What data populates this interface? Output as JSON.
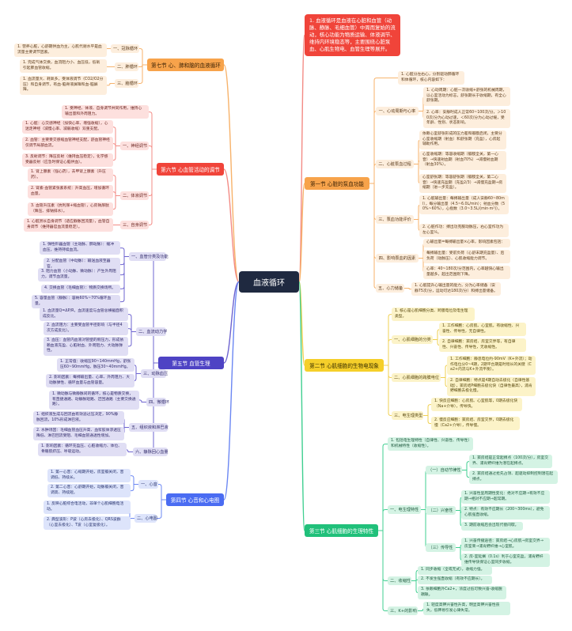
{
  "center": {
    "title": "血液循环"
  },
  "intro": {
    "text": "1. 血液循环是血液在心脏和血管（动脉、静脉、毛细血管）中周而复始的流动，核心功能为物质运输、体液调节、维持内环境稳态等，主要围绕心脏泵血、心肌生物电、血管生理等展开。"
  },
  "s1": {
    "title": "第一节 心脏的泵血功能",
    "top": "1. 心脏分左右心，分别驱动肺循环和体循环，核心内容如下：",
    "groups": [
      {
        "label": "一、心动周期与心率",
        "items": [
          "1. 心动周期：心脏一次收缩+舒张的机械周期，以心室活动为标志，舒张期长于收缩期，有全心舒张期。",
          "2. 心率：安静时成人正常60~100次/分，＞100次/分为心动过速，＜60次/分为心动过缓，受年龄、性别、状态影响。"
        ]
      },
      {
        "label": "二、心脏泵血过程",
        "items": [
          "依赖心室舒张形成的压力差和瓣膜启闭，主要分心室收缩期（射血）和舒张期（充盈），心房起辅助作用。",
          "心室收缩期：等容收缩期（瓣膜全关，第一心音）→快速射血期（射血70%）→减慢射血期（射血30%）。",
          "心室舒张期：等容舒张期（瓣膜全关，第二心音）→快速充盈期（充盈2/3）→减慢充盈期→房缩期（进一步充盈）。"
        ]
      },
      {
        "label": "三、泵血功能评价",
        "items": [
          "1. 心脏输出量：每搏输出量（成人安静60~80ml），每分输出量（4.5~6.0L/min）；射血分数（50%~60%），心指数（3.0~3.5L/(min·m²)）。",
          "2. 心脏作功：搏出功克服动脉压，右心室作功为左心室⅙。"
        ]
      },
      {
        "label": "四、影响泵血的因素",
        "items": [
          "心输出量=每搏输出量×心率，影响因素包括：",
          "每搏输出量：受前负荷（心舒末期充盈量）、后负荷（动脉压）、心肌收缩能力调节。",
          "心率：40~180次/分范围内，心率越快心输出量越多，超出范围则下降。"
        ]
      },
      {
        "label": "五、心力储备",
        "items": [
          "1. 心脏提升心输出量的能力，分为心率储备（安静75次/分，运动可达180次/分）和搏出量储备。"
        ]
      }
    ]
  },
  "s2": {
    "title": "第二节 心肌细胞的生物电现象",
    "top": "1. 核心是心肌细胞分类、跨膜电位及电生理类型。",
    "groups": [
      {
        "label": "一、心肌细胞的分类",
        "items": [
          "1. 工作细胞：心房肌、心室肌，有收缩性、兴奋性、传导性，无自律性。",
          "2. 自律细胞：窦房结、房室交界等，有自律性、兴奋性、传导性，无收缩性。"
        ]
      },
      {
        "label": "二、心肌细胞的跨膜电位",
        "items": [
          "1. 工作细胞：静息电位约-90mV（K+外流）；动作电位分0~4期，2期平台期是时程长的关键（Ca2+内流与K+外流平衡）。",
          "2. 自律细胞：特点是4期自动去极化（自律性基础），窦房结P细胞去极化快（自律性最高），浦肯野细胞去极化慢。"
        ]
      },
      {
        "label": "三、电生理类型",
        "items": [
          "1. 快反应细胞：心房肌、心室肌等，0期去极化快（Na+介导），传导快。",
          "2. 慢反应细胞：窦房结、房室交界，0期去极化慢（Ca2+介导），传导慢。"
        ]
      }
    ]
  },
  "s3": {
    "title": "第三节 心肌细胞的生理特性",
    "top": "1. 包括电生理特性（自律性、兴奋性、传导性）和机械特性（收缩性）。",
    "groups": [
      {
        "label": "一、电生理特性",
        "subs": [
          {
            "label": "（一）自动节律性",
            "items": [
              "1. 窦房结是正常起搏点（100次/分），房室交界、浦肯野纤维为潜在起搏点。",
              "2. 窦房结通过抢先占领、超驱动抑制控制潜在起搏点。"
            ]
          },
          {
            "label": "（二）兴奋性",
            "items": [
              "1. 兴奋性呈周期性变化：绝对不应期→有效不应期→相对不应期→超常期。",
              "2. 特点：有效不应期长（200~300ms），避免心肌强直收缩。",
              "3. 期前收缩后会出现代偿间歇。"
            ]
          },
          {
            "label": "（三）传导性",
            "items": [
              "1. 兴奋传播途径：窦房结→心房肌→房室交界→房室束→浦肯野纤维→心室肌。",
              "2. 房-室延搁（0.1s）利于心室充盈，浦肯野纤维传导快保证心室同步收缩。"
            ]
          }
        ]
      },
      {
        "label": "二、收缩性",
        "items": [
          "1. 同步收缩（全或无式），收缩力强。",
          "2. 不发生强直收缩（有效不应期长）。",
          "3. 依赖细胞外Ca2+，浓度过低可致兴奋-收缩脱耦联。"
        ]
      },
      {
        "label": "三、K+的影响",
        "items": [
          "1. 轻度高钾兴奋性升高，明显高钾兴奋性丧失，低钾易引发心律失常。"
        ]
      }
    ]
  },
  "s4": {
    "title": "第四节 心音和心电图",
    "groups": [
      {
        "label": "一、心音",
        "items": [
          "1. 第一心音：心缩期开始，房室瓣关闭，音调低、持续长。",
          "2. 第二心音：心舒期开始，动脉瓣关闭，音调高、持续短。"
        ]
      },
      {
        "label": "二、心电图",
        "items": [
          "1. 反映心脏综合电活动，非单个心肌细胞电活动。",
          "2. 典型波形：P波（心房去极化）、QRS波群（心室去极化）、T波（心室复极化）。"
        ]
      }
    ]
  },
  "s5": {
    "title": "第五节 血管生理",
    "groups": [
      {
        "label": "一、血管分类及功能",
        "items": [
          "1. 弹性贮器血管（主动脉、肺动脉）：缓冲血压，维持持续血流。",
          "2. 分配血管（中动脉）：输送血液至器官。",
          "3. 阻力血管（小动脉、微动脉）：产生外周阻力，调节血流量。",
          "4. 交换血管（毛细血管）：物质交换场所。",
          "5. 容量血管（静脉）：容纳60%~70%循环血量。"
        ]
      },
      {
        "label": "二、血流动力学",
        "items": [
          "1. 血流量Q=ΔP/R，血流速度与血管总横截面积成反比。",
          "2. 血流阻力：主要受血管半径影响（与半径4次方成反比）。",
          "3. 血压：血管内血液对管壁的侧压力，形成依赖血液充盈、心脏射血、外周阻力、大动脉弹性。"
        ]
      },
      {
        "label": "三、动脉血压",
        "items": [
          "1. 正常值：收缩压90~140mmHg，舒张压60~90mmHg，脉压30~40mmHg。",
          "2. 影响因素：每搏输出量、心率、外周阻力、大动脉弹性、循环血量与血管容量。"
        ]
      },
      {
        "label": "四、微循环",
        "items": [
          "1. 微动脉与微静脉间的循环，核心是物质交换，有直捷通路、动静脉短路、迂回通路（主要交换通路）。"
        ]
      },
      {
        "label": "五、组织液和淋巴液",
        "items": [
          "1. 组织液生成与回流由有效滤过压决定，90%静脉回流，10%形成淋巴液。",
          "2. 水肿诱因：毛细血管血压升高、血浆胶体渗透压降低、淋巴回流受阻、毛细血管通透性增加。"
        ]
      },
      {
        "label": "六、静脉回心血量",
        "items": [
          "1. 影响因素：循环充盈压、心脏收缩力、体位、骨骼肌挤压、呼吸运动。"
        ]
      }
    ]
  },
  "s6": {
    "title": "第六节 心血管活动的调节",
    "top": "1. 受神经、体液、自身调节共同作用，维持心输出量和外周阻力。",
    "groups": [
      {
        "label": "一、神经调节",
        "items": [
          "1. 心脏：心交感神经（加快心率、增强收缩），心迷走神经（减慢心率、减弱收缩）双重支配。",
          "2. 血管：主要受交感缩血管神经支配，舒血管神经仅调节局部血流。",
          "3. 反射调节：降压反射（维持血压稳定），化学感受器反射（应急时保证心脑供血）。"
        ]
      },
      {
        "label": "二、体液调节",
        "items": [
          "1. 肾上腺素（强心药），去甲肾上腺素（升压药）。",
          "2. 肾素-血管紧张素系统：升高血压，增加循环血量。",
          "3. 血管升压素（抗利尿+缩血管），心房钠尿肽（降压、排钠排水）。"
        ]
      },
      {
        "label": "三、自身调节",
        "items": [
          "1. 心脏异长自身调节（适应静脉回流量），血管自身调节（维持器官血流量稳定）。"
        ]
      }
    ]
  },
  "s7": {
    "title": "第七节 心、肺和脑的血液循环",
    "groups": [
      {
        "label": "一、冠脉循环",
        "items": [
          "1. 营养心脏，心舒期供血为主，心肌代谢水平是血流量主要调节因素。"
        ]
      },
      {
        "label": "二、肺循环",
        "items": [
          "1. 完成气体交换，血流阻力小、血压低，低氧引起肺血管收缩。"
        ]
      },
      {
        "label": "三、脑循环",
        "items": [
          "1. 血流量大、耗氧多，受体液调节（CO2/O2分压）和自身调节，有血-脑脊液屏障和血-脑屏障。"
        ]
      }
    ]
  },
  "theme": {
    "orange": {
      "sec": "#f7a34b",
      "secText": "#3b2206",
      "light": "#fdeedd",
      "text": "#5a3a1a",
      "line": "#f7b26a"
    },
    "yellow": {
      "sec": "#f5cf2a",
      "secText": "#3a3000",
      "light": "#fcf3c8",
      "text": "#5a4a10",
      "line": "#f0d050"
    },
    "green": {
      "sec": "#20c07a",
      "secText": "#ffffff",
      "light": "#d4f3e4",
      "text": "#1f5a3e",
      "line": "#3fcf90"
    },
    "blue": {
      "sec": "#4a6cf2",
      "secText": "#ffffff",
      "light": "#dde4fb",
      "text": "#2a3570",
      "line": "#6b87f3"
    },
    "purple": {
      "sec": "#4e43c4",
      "secText": "#ffffff",
      "light": "#e0def4",
      "text": "#302a6a",
      "line": "#6e64d0"
    },
    "red": {
      "sec": "#f0443a",
      "secText": "#ffffff",
      "light": "#fde0de",
      "text": "#6a2420",
      "line": "#f38b85"
    }
  }
}
